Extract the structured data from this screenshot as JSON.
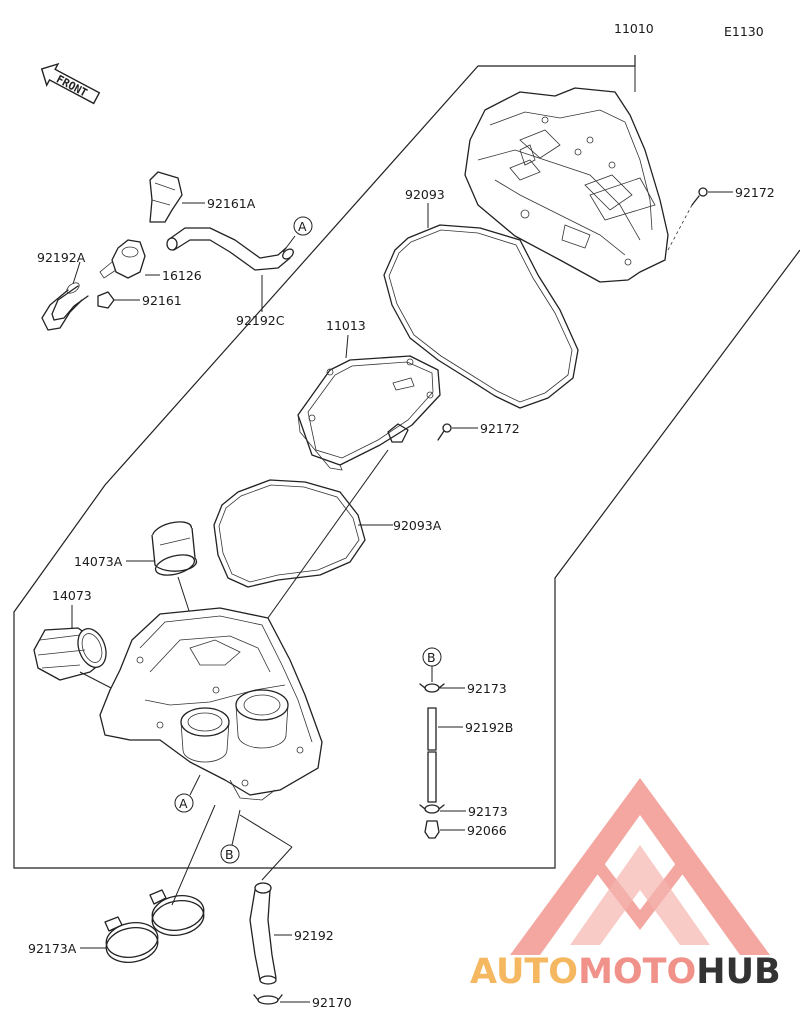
{
  "diagram_code": "E1130",
  "front_label": "FRONT",
  "callouts": {
    "a_top": "A",
    "a_bottom": "A",
    "b_top": "B",
    "b_bottom": "B"
  },
  "part_labels": {
    "p11010": "11010",
    "p92172_top": "92172",
    "p92093": "92093",
    "p11013": "11013",
    "p92172_mid": "92172",
    "p92093A": "92093A",
    "p92161A": "92161A",
    "p92192A": "92192A",
    "p16126": "16126",
    "p92161": "92161",
    "p92192C": "92192C",
    "p14073A": "14073A",
    "p14073": "14073",
    "p92173_top": "92173",
    "p92192B": "92192B",
    "p92173_bot": "92173",
    "p92066": "92066",
    "p92173A": "92173A",
    "p92192": "92192",
    "p92170": "92170"
  },
  "watermark": {
    "part1": "AUTO",
    "part2": "MOTO",
    "part3": "HUB",
    "color1": "#f5b860",
    "color2": "#f0928a",
    "color3": "#333333",
    "logo_color": "#f08a84"
  }
}
